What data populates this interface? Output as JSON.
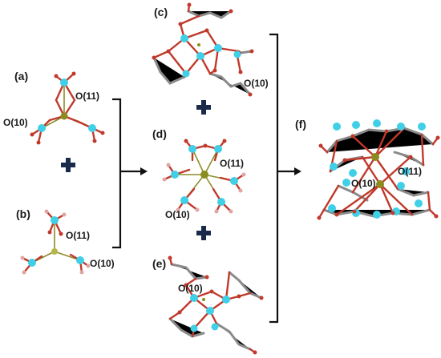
{
  "labels": {
    "a": "(a)",
    "b": "(b)",
    "c": "(c)",
    "d": "(d)",
    "e": "(e)",
    "f": "(f)"
  },
  "atom_labels": {
    "a_o11": "O(11)",
    "a_o10": "O(10)",
    "b_o11": "O(11)",
    "b_o10": "O(10)",
    "c_o10": "O(10)",
    "d_o11": "O(11)",
    "d_o10": "O(10)",
    "e_o10": "O(10)",
    "f_o11": "O(11)",
    "f_o10": "O(10)"
  },
  "colors": {
    "cyan_atom": "#3fd0e8",
    "oxygen_red": "#c0392b",
    "carbon_grey": "#8a8a8a",
    "central_olive": "#8c8c1e",
    "plus_navy": "#1a2a4a"
  }
}
